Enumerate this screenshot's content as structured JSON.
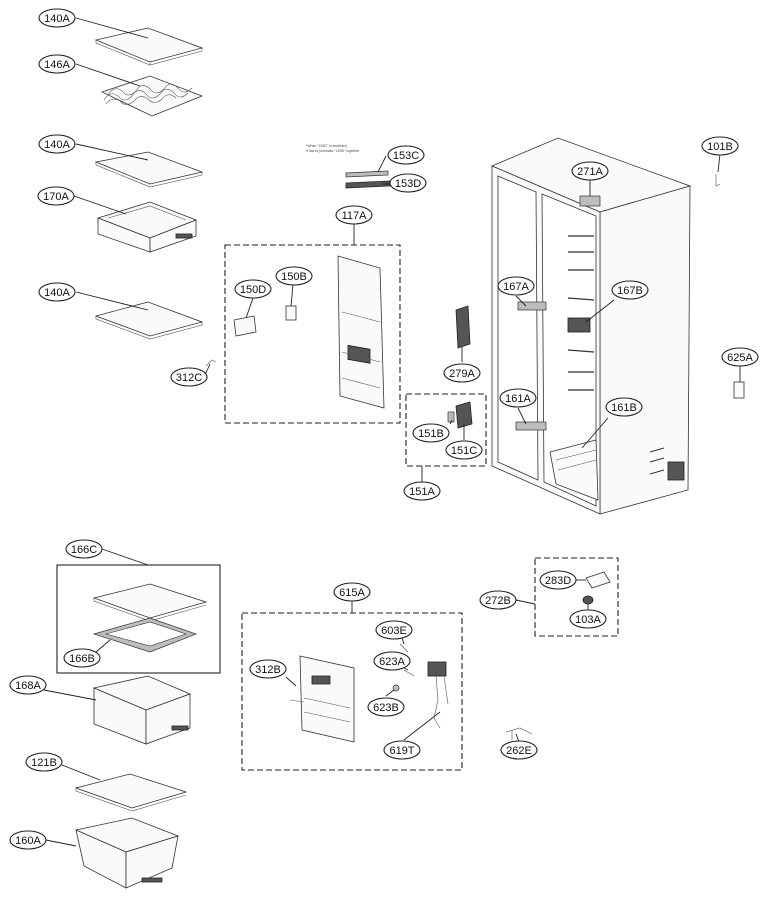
{
  "diagram": {
    "labels": {
      "l140a_1": "140A",
      "l146a": "146A",
      "l140a_2": "140A",
      "l170a": "170A",
      "l140a_3": "140A",
      "l312c": "312C",
      "l153c": "153C",
      "l153d": "153D",
      "l117a": "117A",
      "l150d": "150D",
      "l150b": "150B",
      "l279a": "279A",
      "l151b": "151B",
      "l151c": "151C",
      "l151a": "151A",
      "l271a": "271A",
      "l167a": "167A",
      "l167b": "167B",
      "l161a": "161A",
      "l161b": "161B",
      "l101b": "101B",
      "l625a": "625A",
      "l166c": "166C",
      "l166b": "166B",
      "l168a": "168A",
      "l121b": "121B",
      "l160a": "160A",
      "l615a": "615A",
      "l603e": "603E",
      "l623a": "623A",
      "l312b": "312B",
      "l623b": "623B",
      "l619t": "619T",
      "l283d": "283D",
      "l272b": "272B",
      "l103a": "103A",
      "l262e": "262E"
    },
    "note": {
      "line1": "*When \"153C\" is switched,",
      "line2": "it has to purchase \"153D\" together"
    }
  }
}
